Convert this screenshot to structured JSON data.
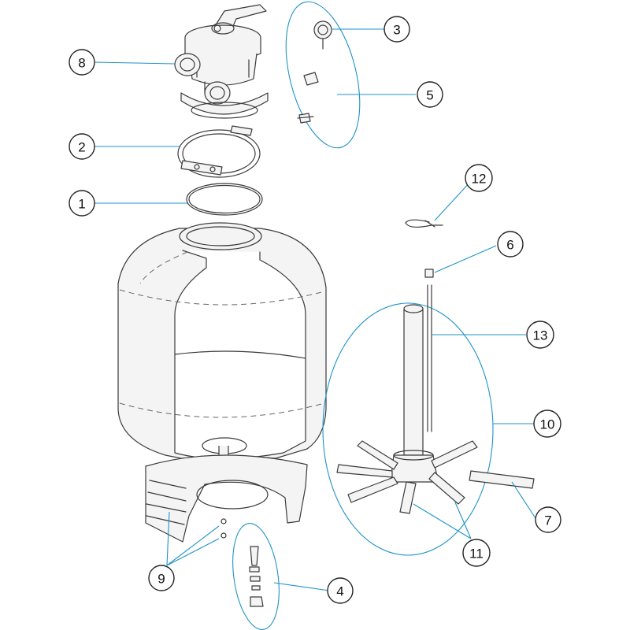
{
  "callouts": [
    {
      "number": "1"
    },
    {
      "number": "2"
    },
    {
      "number": "3"
    },
    {
      "number": "4"
    },
    {
      "number": "5"
    },
    {
      "number": "6"
    },
    {
      "number": "7"
    },
    {
      "number": "8"
    },
    {
      "number": "9"
    },
    {
      "number": "10"
    },
    {
      "number": "11"
    },
    {
      "number": "12"
    },
    {
      "number": "13"
    }
  ],
  "colors": {
    "leader": "#1f93c7",
    "outline": "#3a3a3a",
    "background": "#ffffff"
  }
}
